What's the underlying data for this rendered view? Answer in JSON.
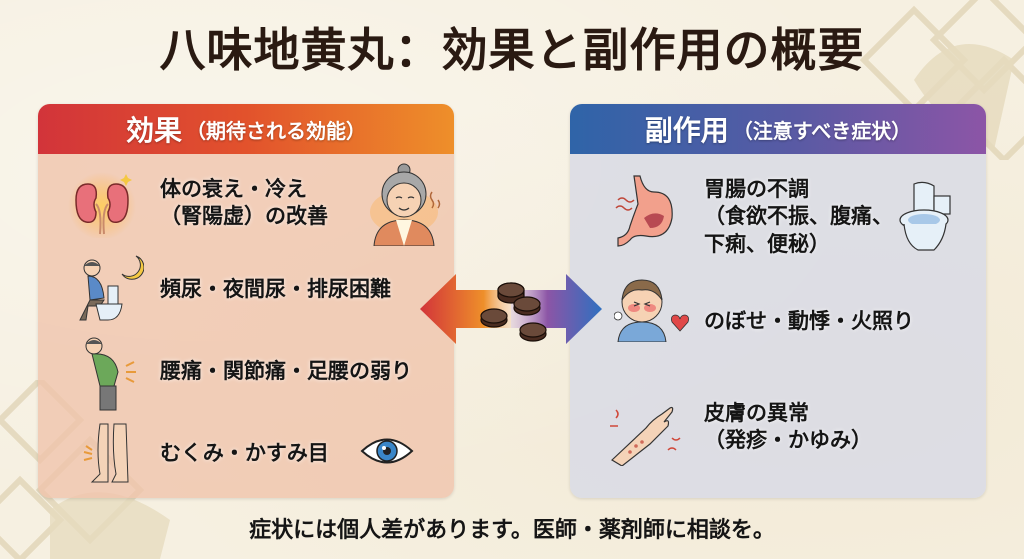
{
  "title": "八味地黄丸：効果と副作用の概要",
  "effects": {
    "heading": "効果",
    "subheading": "（期待される効能）",
    "accent_gradient": [
      "#d2343a",
      "#ee8f2a"
    ],
    "items": [
      {
        "text": "体の衰え・冷え\n（腎陽虚）の改善",
        "icons": [
          "kidney-icon",
          "elderly-woman-icon"
        ]
      },
      {
        "text": "頻尿・夜間尿・排尿困難",
        "icons": [
          "man-on-toilet-icon",
          "crescent-moon-icon"
        ]
      },
      {
        "text": "腰痛・関節痛・足腰の弱り",
        "icons": [
          "back-pain-man-icon"
        ]
      },
      {
        "text": "むくみ・かすみ目",
        "icons": [
          "swollen-legs-icon",
          "eye-icon"
        ]
      }
    ]
  },
  "side_effects": {
    "heading": "副作用",
    "subheading": "（注意すべき症状）",
    "accent_gradient": [
      "#2f64a8",
      "#8c55a6"
    ],
    "items": [
      {
        "text": "胃腸の不調\n（食欲不振、腹痛、\n下痢、便秘）",
        "icons": [
          "stomach-icon",
          "toilet-icon"
        ]
      },
      {
        "text": "のぼせ・動悸・火照り",
        "icons": [
          "flushed-boy-icon",
          "heart-icon"
        ]
      },
      {
        "text": "皮膚の異常\n（発疹・かゆみ）",
        "icons": [
          "itchy-arm-icon"
        ]
      }
    ]
  },
  "center": {
    "icons": [
      "left-arrow-icon",
      "pills-icon",
      "right-arrow-icon"
    ]
  },
  "footer": "症状には個人差があります。医師・薬剤師に相談を。"
}
